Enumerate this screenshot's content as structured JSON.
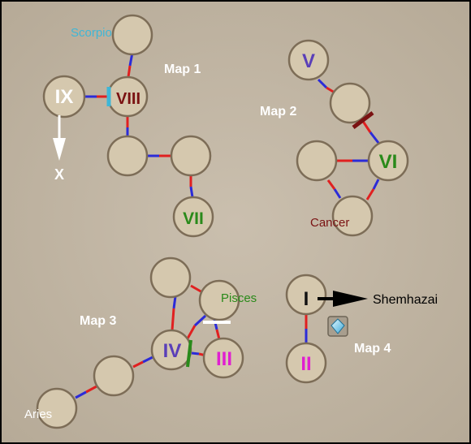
{
  "maps": [
    {
      "label": "Map 1"
    },
    {
      "label": "Map 2"
    },
    {
      "label": "Map 3"
    },
    {
      "label": "Map 4"
    }
  ],
  "numerals": {
    "ix": {
      "text": "IX",
      "color": "#ffffff"
    },
    "viii": {
      "text": "VIII",
      "color": "#7a1212"
    },
    "vii": {
      "text": "VII",
      "color": "#2a8a1a"
    },
    "v": {
      "text": "V",
      "color": "#5a3fb8"
    },
    "vi": {
      "text": "VI",
      "color": "#2a8a1a"
    },
    "iv": {
      "text": "IV",
      "color": "#5a3fb8"
    },
    "iii": {
      "text": "III",
      "color": "#e01fd0"
    },
    "i": {
      "text": "I",
      "color": "#111111"
    },
    "ii": {
      "text": "II",
      "color": "#e01fd0"
    }
  },
  "signs": {
    "scorpio": {
      "text": "Scorpio",
      "color": "#3fb6d6"
    },
    "cancer": {
      "text": "Cancer",
      "color": "#7a1212"
    },
    "pisces": {
      "text": "Pisces",
      "color": "#2a8a1a"
    },
    "aries": {
      "text": "Aries",
      "color": "#ffffff"
    }
  },
  "arrows": {
    "down_target": "X",
    "right_target": "Shemhazai"
  },
  "item_icon": "crystal-icon",
  "colors": {
    "background": "#c4b9a8",
    "node_fill": "#d5c8ae",
    "node_border": "#7d6d57",
    "link_red": "#e02020",
    "link_blue": "#2b2bd8"
  }
}
